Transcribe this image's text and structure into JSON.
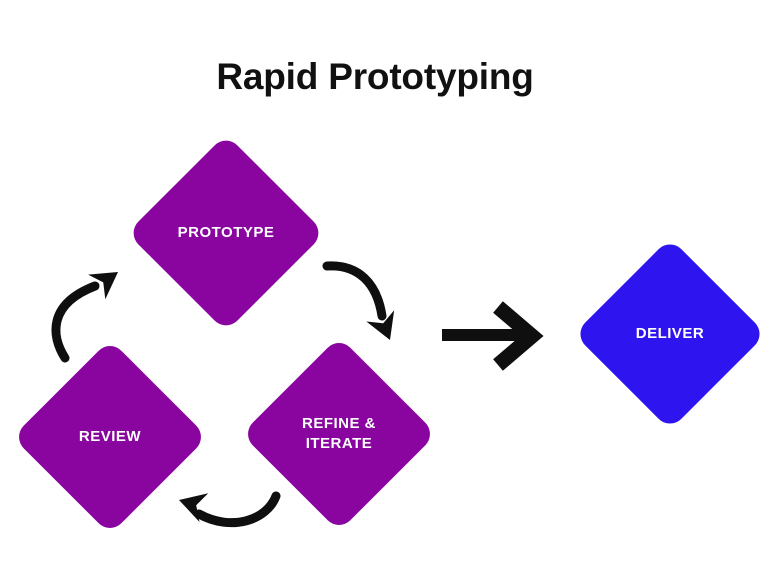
{
  "title": "Rapid Prototyping",
  "colors": {
    "background": "#FFFFFF",
    "title": "#111111",
    "label": "#FFFFFF",
    "arrow": "#0F0F0F",
    "purple": "#8A05A0",
    "blue": "#2E15F0"
  },
  "nodes": {
    "prototype": {
      "label": "PROTOTYPE",
      "color": "#8A05A0"
    },
    "review": {
      "label": "REVIEW",
      "color": "#8A05A0"
    },
    "refine_iterate": {
      "label": "REFINE &\nITERATE",
      "color": "#8A05A0"
    },
    "deliver": {
      "label": "DELIVER",
      "color": "#2E15F0"
    }
  },
  "icons": {
    "review_to_prototype": "curved-arrow-up-right-icon",
    "prototype_to_refine": "curved-arrow-down-right-icon",
    "refine_to_review": "curved-arrow-left-icon",
    "cycle_to_deliver": "straight-arrow-right-icon"
  }
}
